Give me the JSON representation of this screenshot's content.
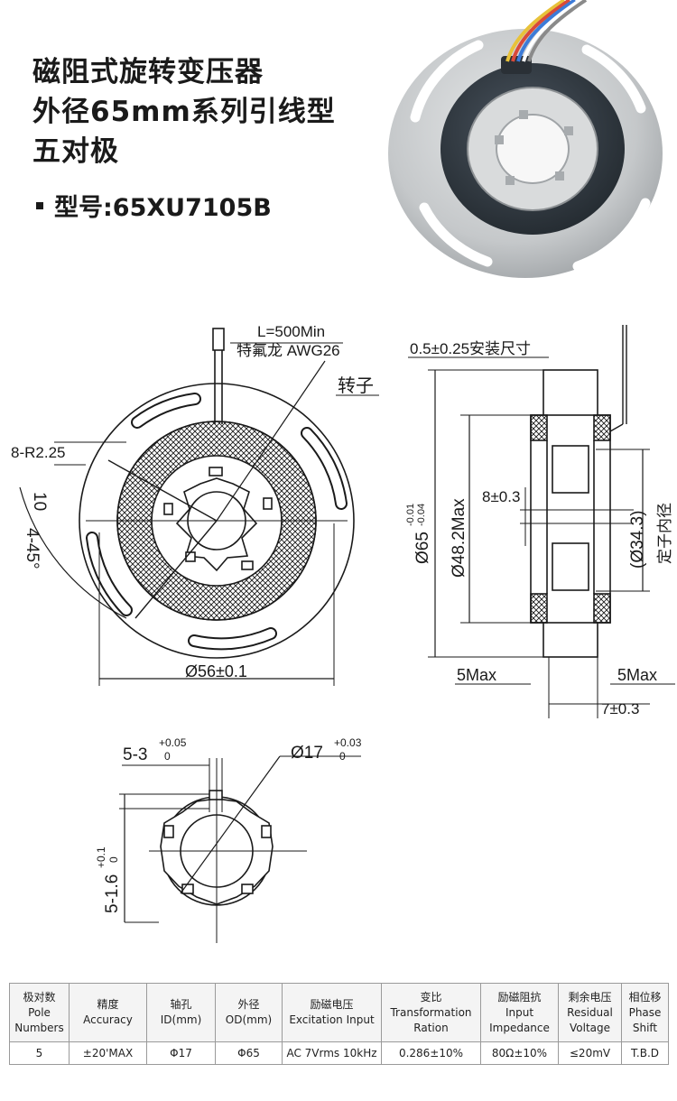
{
  "title": {
    "lines": [
      "磁阻式旋转变压器",
      "外径65mm系列引线型",
      "五对极"
    ],
    "model": "型号:65XU7105B"
  },
  "drawing": {
    "front": {
      "lead_length": "L=500Min",
      "wire": "特氟龙 AWG26",
      "rotor_label": "转子",
      "slot_radius": "8-R2.25",
      "slot_width": "10",
      "slot_angle": "4-45°",
      "pcd": "Ø56±0.1"
    },
    "side": {
      "mount_dim": "0.5±0.25安装尺寸",
      "od_main": "Ø65",
      "od_tol_upper": "-0.01",
      "od_tol_lower": "-0.04",
      "max_d": "Ø48.2Max",
      "thickness": "8±0.3",
      "stator_id": "(Ø34.3)",
      "stator_id_label": "定子内径",
      "left_max": "5Max",
      "right_max": "5Max",
      "width": "7±0.3"
    },
    "rotor": {
      "key_width": "5-3",
      "key_tol_upper": "+0.05",
      "key_tol_lower": "0",
      "bore": "Ø17",
      "bore_tol_upper": "+0.03",
      "bore_tol_lower": "0",
      "key_depth": "5-1.6",
      "depth_tol_upper": "+0.1",
      "depth_tol_lower": "0"
    }
  },
  "spec_table": {
    "headers": [
      [
        "极对数",
        "Pole",
        "Numbers"
      ],
      [
        "精度",
        "Accuracy"
      ],
      [
        "轴孔",
        "ID(mm)"
      ],
      [
        "外径",
        "OD(mm)"
      ],
      [
        "励磁电压",
        "Excitation Input"
      ],
      [
        "变比",
        "Transformation",
        "Ration"
      ],
      [
        "励磁阻抗",
        "Input",
        "Impedance"
      ],
      [
        "剩余电压",
        "Residual",
        "Voltage"
      ],
      [
        "相位移",
        "Phase",
        "Shift"
      ]
    ],
    "row": [
      "5",
      "±20'MAX",
      "Φ17",
      "Φ65",
      "AC 7Vrms 10kHz",
      "0.286±10%",
      "80Ω±10%",
      "≤20mV",
      "T.B.D"
    ]
  },
  "colors": {
    "text": "#1a1a1a",
    "stator": "#2f3740",
    "plate": "#c9cbcc",
    "header_bg": "#f4f4f4"
  }
}
